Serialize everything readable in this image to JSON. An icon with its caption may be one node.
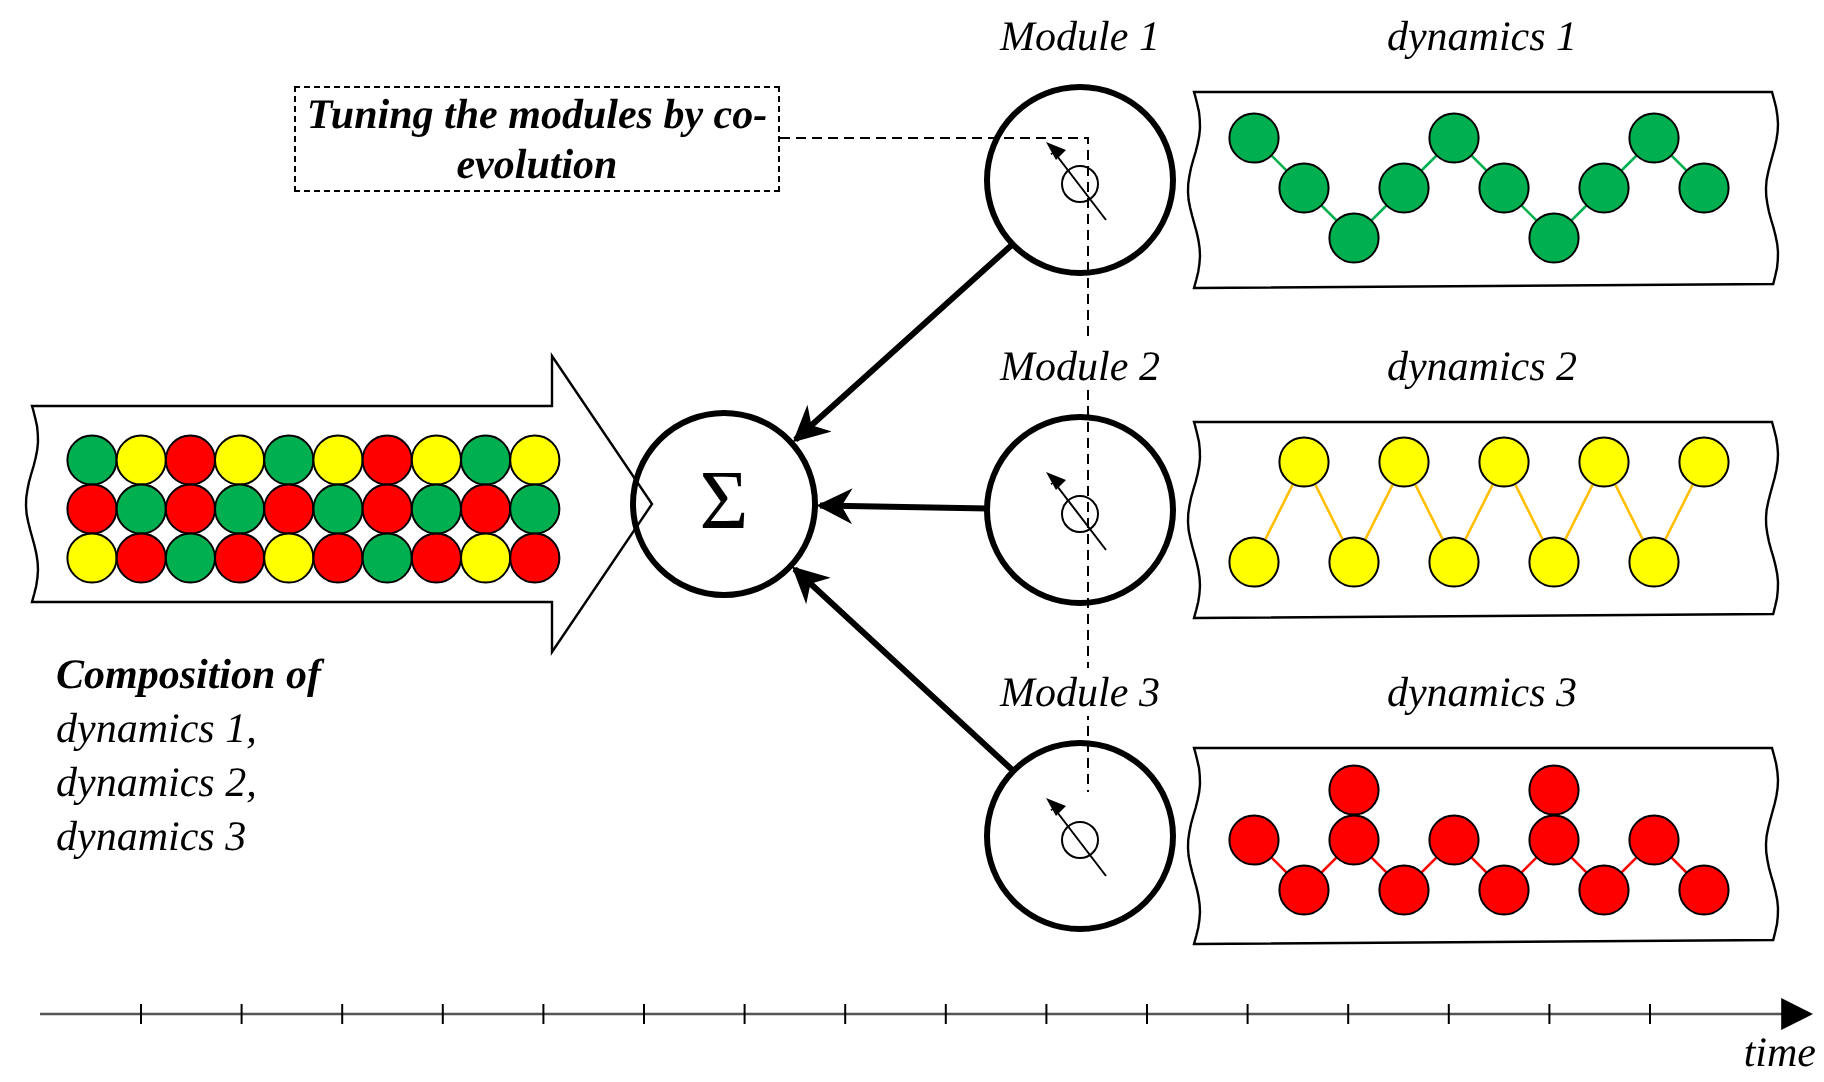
{
  "diagram": {
    "nodes": [
      {
        "text": [
          "Tuning the modules by co-evolution"
        ]
      },
      {
        "text": [],
        "shape": "arrow",
        "beside": [
          "Composition of",
          "dynamics 1, dynamics 2, dynamics 3"
        ]
      },
      {
        "text": [
          "Σ"
        ]
      },
      {
        "text": [
          "Module 1"
        ]
      },
      {
        "text": [
          "Module 2"
        ]
      },
      {
        "text": [
          "Module 3"
        ]
      },
      {
        "text": [
          "dynamics 1"
        ]
      },
      {
        "text": [
          "dynamics 2"
        ]
      },
      {
        "text": [
          "dynamics 3"
        ]
      },
      {
        "text": [],
        "shape": "dial",
        "in": 3
      },
      {
        "text": [],
        "shape": "dial",
        "in": 4
      },
      {
        "text": [],
        "shape": "dial",
        "in": 5
      }
    ],
    "edges": [
      {
        "from": 3,
        "to": 2,
        "arrow": "to",
        "style": "thick"
      },
      {
        "from": 4,
        "to": 2,
        "arrow": "to",
        "style": "thick"
      },
      {
        "from": 5,
        "to": 2,
        "arrow": "to",
        "style": "thick"
      },
      {
        "from": 0,
        "to": 9,
        "arrow": "none",
        "style": "dashed"
      },
      {
        "from": 0,
        "to": 10,
        "arrow": "none",
        "style": "dashed"
      },
      {
        "from": 0,
        "to": 11,
        "arrow": "none",
        "style": "dashed"
      }
    ],
    "labels": [
      "time"
    ]
  }
}
